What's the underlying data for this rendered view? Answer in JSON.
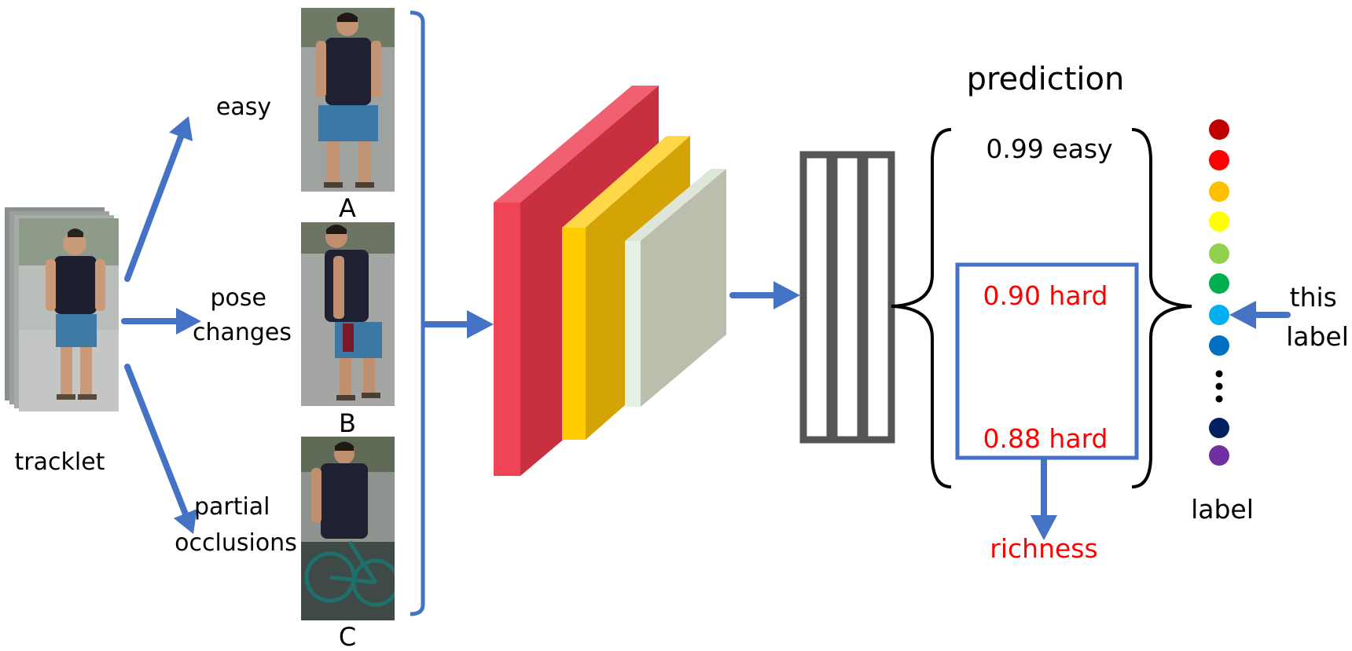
{
  "colors": {
    "arrow": "#4472C4",
    "text": "#000000",
    "red_text": "#FF0000",
    "layer_dark": "#555555",
    "block_red_front": "#EE4455",
    "block_red_side": "#C83040",
    "block_red_top": "#F06070",
    "block_gold_front": "#FFCC00",
    "block_gold_side": "#D4A407",
    "block_gold_top": "#FFD84A",
    "block_gray_front": "#E6F0E4",
    "block_gray_side": "#BDBDAE",
    "block_gray_top": "#DDE6D8"
  },
  "input": {
    "tracklet_label": "tracklet"
  },
  "categories": [
    {
      "label_lines": [
        "easy"
      ],
      "image_letter": "A"
    },
    {
      "label_lines": [
        "pose",
        "changes"
      ],
      "image_letter": "B"
    },
    {
      "label_lines": [
        "partial",
        "occlusions"
      ],
      "image_letter": "C"
    }
  ],
  "prediction": {
    "title": "prediction",
    "easy_text": "0.99 easy",
    "hard_texts": [
      "0.90 hard",
      "0.88 hard"
    ],
    "richness_label": "richness"
  },
  "label_column": {
    "dot_colors": [
      "#C00000",
      "#FF0000",
      "#FFC000",
      "#FFFF00",
      "#92D050",
      "#00B050",
      "#00B0F0",
      "#0070C0",
      "#002060",
      "#7030A0"
    ],
    "ellipsis_after_index": 7,
    "label": "label",
    "this_label_lines": [
      "this",
      "label"
    ]
  }
}
